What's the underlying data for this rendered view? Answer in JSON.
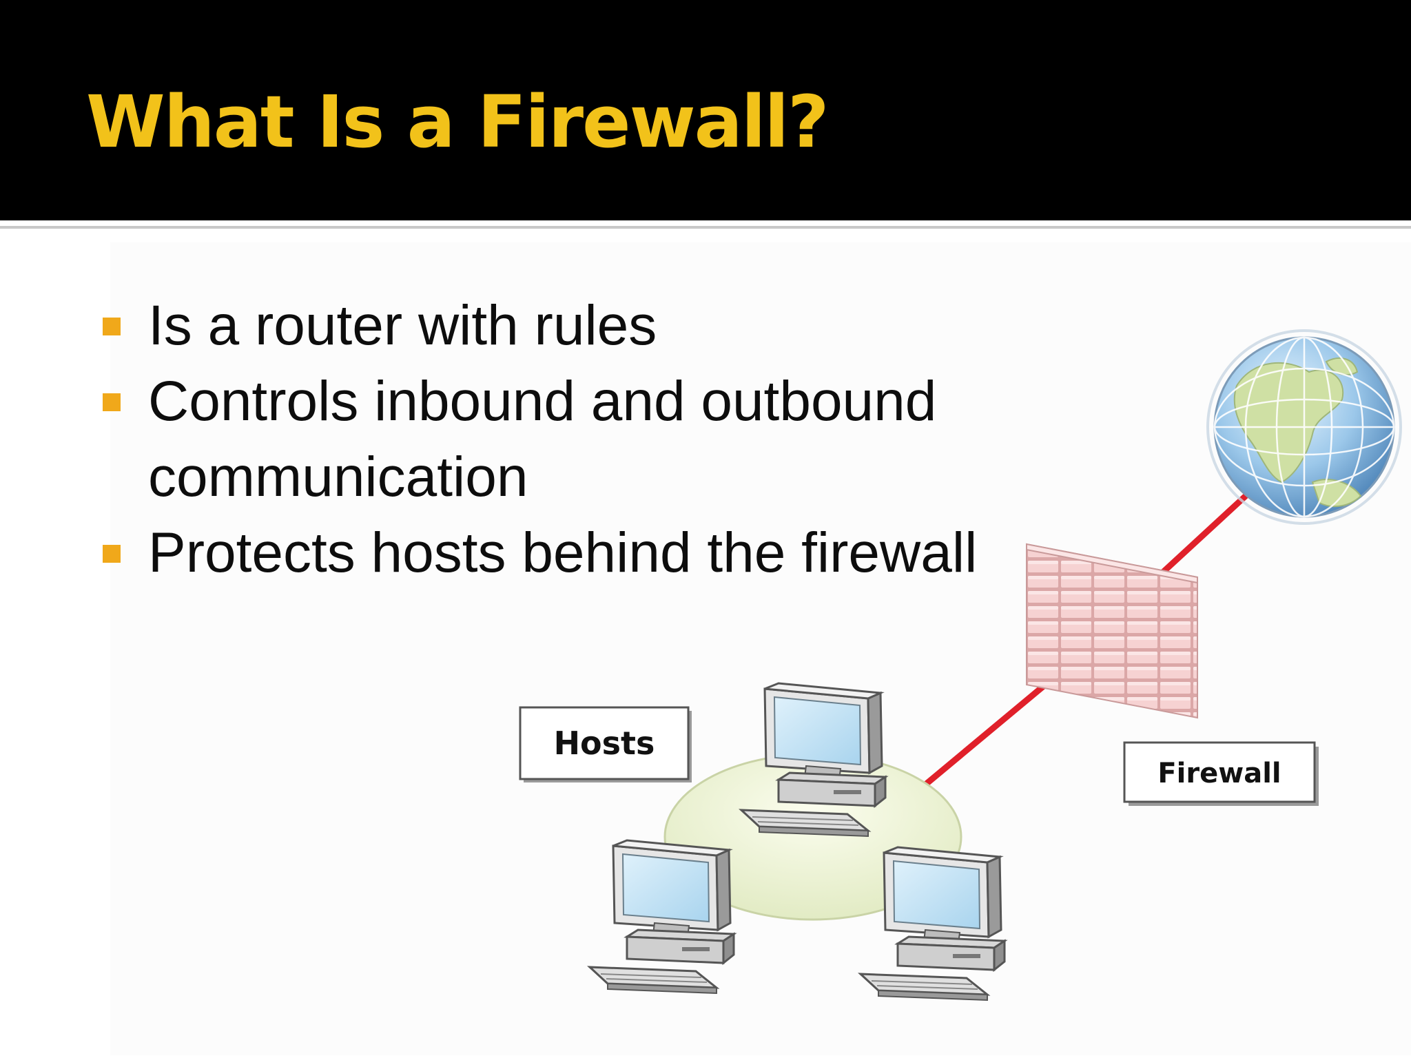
{
  "slide": {
    "title": "What Is a Firewall?",
    "bullets": [
      "Is a router with rules",
      "Controls inbound and outbound communication",
      "Protects hosts behind the firewall"
    ]
  },
  "diagram": {
    "hosts_label": "Hosts",
    "firewall_label": "Firewall"
  },
  "colors": {
    "title": "#f2c21a",
    "bullet_marker": "#f0a81a",
    "link": "#e0202a",
    "firewall_brick": "#f4c9c9"
  }
}
